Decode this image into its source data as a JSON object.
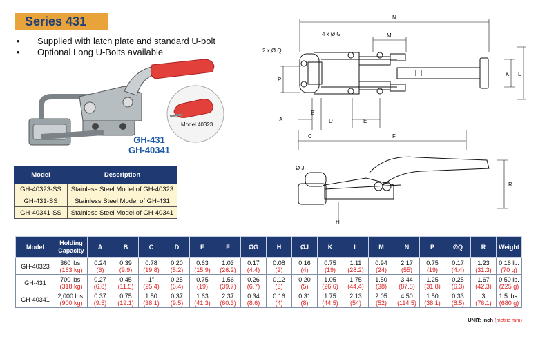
{
  "header": {
    "series_title": "Series 431",
    "features": [
      "Supplied with latch plate and standard U-bolt",
      "Optional Long U-Bolts available"
    ]
  },
  "product_images": {
    "inset_label": "Model 40323",
    "model_labels": [
      "GH-431",
      "GH-40341"
    ]
  },
  "models_table": {
    "headers": [
      "Model",
      "Description"
    ],
    "rows": [
      [
        "GH-40323-SS",
        "Stainless Steel Model of GH-40323"
      ],
      [
        "GH-431-SS",
        "Stainless Steel Model of GH-431"
      ],
      [
        "GH-40341-SS",
        "Stainless Steel Model of GH-40341"
      ]
    ]
  },
  "drawing": {
    "labels": {
      "N": "N",
      "G": "4 x Ø G",
      "M": "M",
      "Q": "2 x Ø Q",
      "P": "P",
      "K": "K",
      "L": "L",
      "B": "B",
      "A": "A",
      "D": "D",
      "E": "E",
      "C": "C",
      "F": "F",
      "J": "Ø J",
      "R": "R",
      "H": "H"
    }
  },
  "spec_table": {
    "headers": [
      "Model",
      "Holding Capacity",
      "A",
      "B",
      "C",
      "D",
      "E",
      "F",
      "ØG",
      "H",
      "ØJ",
      "K",
      "L",
      "M",
      "N",
      "P",
      "ØQ",
      "R",
      "Weight"
    ],
    "rows": [
      {
        "model": "GH-40323",
        "cells": [
          [
            "360 lbs.",
            "(163 kg)"
          ],
          [
            "0.24",
            "(6)"
          ],
          [
            "0.39",
            "(9.9)"
          ],
          [
            "0.78",
            "(19.8)"
          ],
          [
            "0.20",
            "(5.2)"
          ],
          [
            "0.63",
            "(15.9)"
          ],
          [
            "1.03",
            "(26.2)"
          ],
          [
            "0.17",
            "(4.4)"
          ],
          [
            "0.08",
            "(2)"
          ],
          [
            "0.16",
            "(4)"
          ],
          [
            "0.75",
            "(19)"
          ],
          [
            "1.11",
            "(28.2)"
          ],
          [
            "0.94",
            "(24)"
          ],
          [
            "2.17",
            "(55)"
          ],
          [
            "0.75",
            "(19)"
          ],
          [
            "0.17",
            "(4.4)"
          ],
          [
            "1.23",
            "(31.3)"
          ],
          [
            "0.16 lb.",
            "(70 g)"
          ]
        ]
      },
      {
        "model": "GH-431",
        "cells": [
          [
            "700 lbs.",
            "(318 kg)"
          ],
          [
            "0.27",
            "(6.8)"
          ],
          [
            "0.45",
            "(11.5)"
          ],
          [
            "1\"",
            "(25.4)"
          ],
          [
            "0.25",
            "(6.4)"
          ],
          [
            "0.75",
            "(19)"
          ],
          [
            "1.56",
            "(39.7)"
          ],
          [
            "0.26",
            "(6.7)"
          ],
          [
            "0.12",
            "(3)"
          ],
          [
            "0.20",
            "(5)"
          ],
          [
            "1.05",
            "(26.6)"
          ],
          [
            "1.75",
            "(44.4)"
          ],
          [
            "1.50",
            "(38)"
          ],
          [
            "3.44",
            "(87.5)"
          ],
          [
            "1.25",
            "(31.8)"
          ],
          [
            "0.25",
            "(6.3)"
          ],
          [
            "1.67",
            "(42.3)"
          ],
          [
            "0.50 lb.",
            "(225 g)"
          ]
        ]
      },
      {
        "model": "GH-40341",
        "cells": [
          [
            "2,000 lbs.",
            "(900 kg)"
          ],
          [
            "0.37",
            "(9.5)"
          ],
          [
            "0.75",
            "(19.1)"
          ],
          [
            "1.50",
            "(38.1)"
          ],
          [
            "0.37",
            "(9.5)"
          ],
          [
            "1.63",
            "(41.3)"
          ],
          [
            "2.37",
            "(60.3)"
          ],
          [
            "0.34",
            "(8.6)"
          ],
          [
            "0.16",
            "(4)"
          ],
          [
            "0.31",
            "(8)"
          ],
          [
            "1.75",
            "(44.5)"
          ],
          [
            "2.13",
            "(54)"
          ],
          [
            "2.05",
            "(52)"
          ],
          [
            "4.50",
            "(114.5)"
          ],
          [
            "1.50",
            "(38.1)"
          ],
          [
            "0.33",
            "(8.5)"
          ],
          [
            "3",
            "(76.1)"
          ],
          [
            "1.5 lbs.",
            "(680 g)"
          ]
        ]
      }
    ],
    "unit_note": "UNIT: inch",
    "unit_note_mm": "(metric mm)"
  },
  "colors": {
    "badge": "#e8a33a",
    "header_blue": "#1f3a73",
    "product_label_blue": "#1f5aa8",
    "handle_red": "#e2403a",
    "row_yellow": "#fdf4d2",
    "metric_red": "#d22222"
  }
}
